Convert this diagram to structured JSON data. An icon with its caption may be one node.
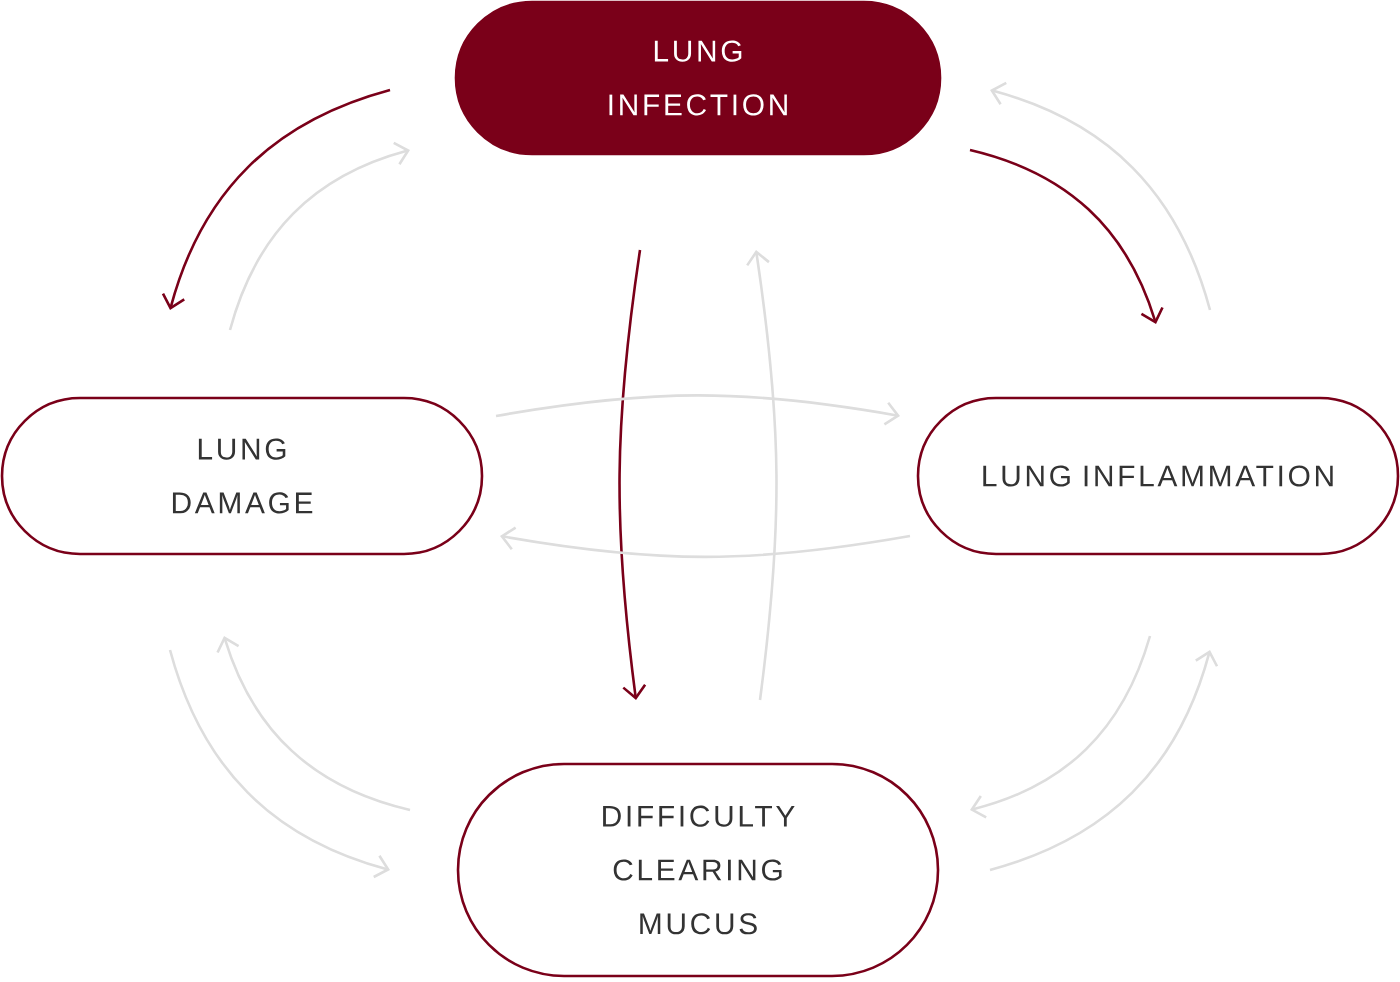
{
  "diagram": {
    "nodes": [
      {
        "text": [
          "LUNG INFECTION"
        ]
      },
      {
        "text": [
          "LUNG DAMAGE"
        ]
      },
      {
        "text": [
          "LUNG INFLAMMATION"
        ]
      },
      {
        "text": [
          "DIFFICULTY CLEARING MUCUS"
        ]
      }
    ],
    "edges": [
      {
        "from": 0,
        "to": 1,
        "arrow": "to",
        "color": "#7a0019"
      },
      {
        "from": 0,
        "to": 2,
        "arrow": "to",
        "color": "#7a0019"
      },
      {
        "from": 0,
        "to": 3,
        "arrow": "to",
        "color": "#7a0019"
      },
      {
        "from": 1,
        "to": 0,
        "arrow": "to"
      },
      {
        "from": 2,
        "to": 0,
        "arrow": "to"
      },
      {
        "from": 3,
        "to": 0,
        "arrow": "to"
      },
      {
        "from": 1,
        "to": 2,
        "arrow": "to"
      },
      {
        "from": 2,
        "to": 1,
        "arrow": "to"
      },
      {
        "from": 1,
        "to": 3,
        "arrow": "to"
      },
      {
        "from": 3,
        "to": 1,
        "arrow": "to"
      },
      {
        "from": 2,
        "to": 3,
        "arrow": "to"
      },
      {
        "from": 3,
        "to": 2,
        "arrow": "to"
      }
    ]
  }
}
